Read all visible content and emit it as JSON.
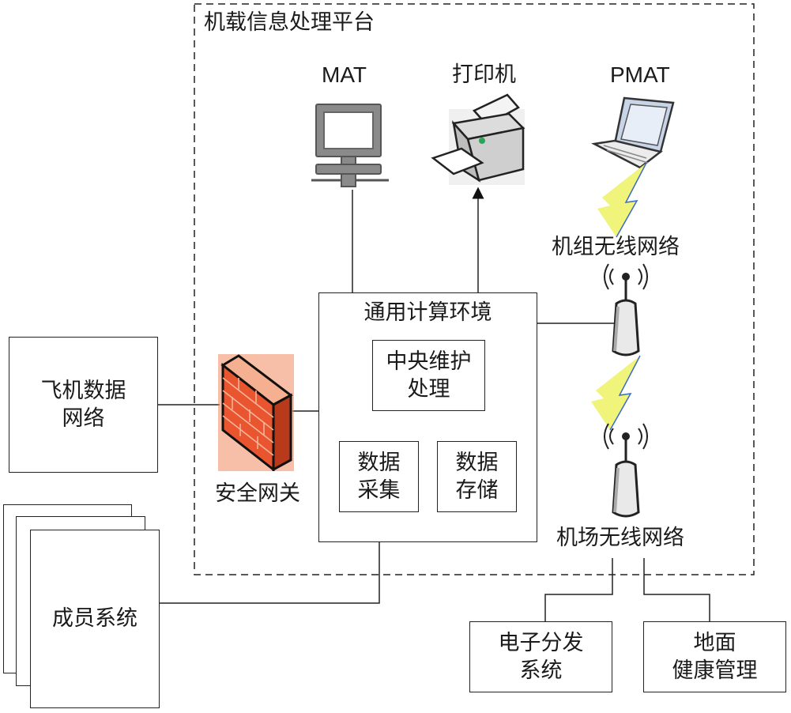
{
  "platform": {
    "title": "机载信息处理平台"
  },
  "devices": {
    "mat": "MAT",
    "printer": "打印机",
    "pmat": "PMAT"
  },
  "wireless": {
    "crew": "机组无线网络",
    "airport": "机场无线网络"
  },
  "compute": {
    "title": "通用计算环境",
    "central": "中央维护\n处理",
    "acquisition": "数据\n采集",
    "storage": "数据\n存储"
  },
  "gateway": {
    "label": "安全网关"
  },
  "external": {
    "aircraft_network": "飞机数据\n网络",
    "member_systems": "成员系统",
    "distribution": "电子分发\n系统",
    "ground_health": "地面\n健康管理"
  },
  "colors": {
    "firewall": "#e8552e",
    "lightning": "#e8f25a",
    "device_gray": "#6f6f6f"
  }
}
